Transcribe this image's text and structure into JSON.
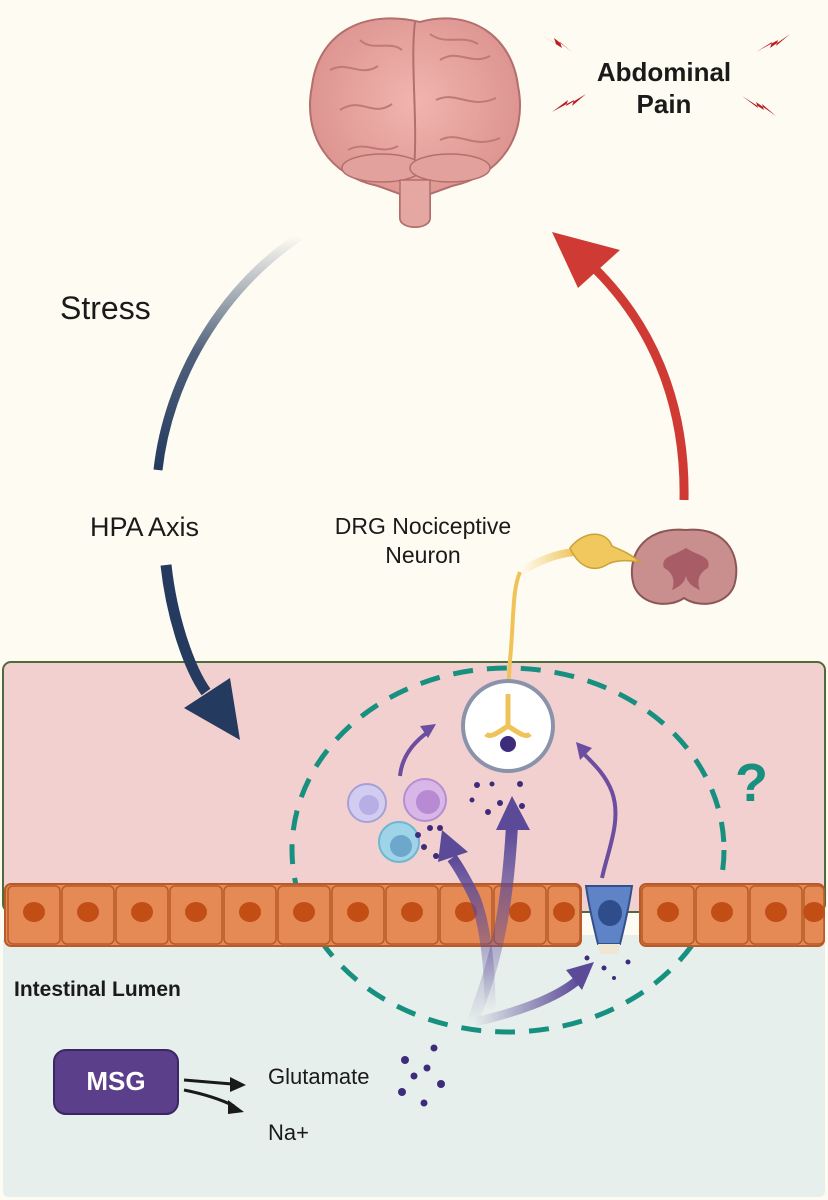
{
  "labels": {
    "pain_line1": "Abdominal",
    "pain_line2": "Pain",
    "stress": "Stress",
    "hpa_axis": "HPA Axis",
    "drg_line1": "DRG Nociceptive",
    "drg_line2": "Neuron",
    "question": "?",
    "lumen": "Intestinal Lumen",
    "msg": "MSG",
    "glutamate": "Glutamate",
    "sodium": "Na+"
  },
  "colors": {
    "background": "#fefcf2",
    "tissue": "#f3d0d0",
    "lumen": "#e6efec",
    "epithelium": "#e58a55",
    "nucleus": "#c24e15",
    "stress_arrow": "#243a5e",
    "pain_arrow": "#cf3b34",
    "dashed_circle": "#18907f",
    "msg_box": "#5c3f8a",
    "glutamate_dot": "#3d2c7c"
  },
  "icons": {
    "brain": "brain-icon",
    "spinal_cord": "spinal-cord-icon",
    "neuron": "drg-neuron-icon",
    "immune_cells": "immune-cell-icon",
    "enteroendocrine": "enteroendocrine-cell-icon",
    "lightning": "lightning-bolt-icon"
  }
}
